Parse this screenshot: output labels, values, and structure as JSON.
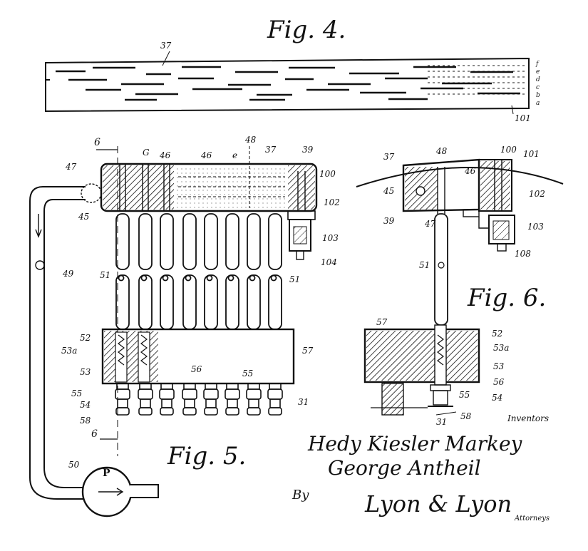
{
  "fig4": {
    "title": "Fig. 4.",
    "labels": {
      "roll": "37",
      "end": "101",
      "a": "a",
      "b": "b",
      "c": "c",
      "d": "d",
      "e": "e",
      "f": "f"
    }
  },
  "fig5": {
    "title": "Fig. 5.",
    "section_marks": {
      "top": "6",
      "bottom": "6"
    },
    "labels": {
      "l47": "47",
      "lG": "G",
      "l46a": "46",
      "l46b": "46",
      "le": "e",
      "l48": "48",
      "l37": "37",
      "l39": "39",
      "l100": "100",
      "l102": "102",
      "l45": "45",
      "l103": "103",
      "l104": "104",
      "l49": "49",
      "l51a": "51",
      "l51b": "51",
      "l52": "52",
      "l53a": "53a",
      "l53": "53",
      "l56": "56",
      "l55b": "55",
      "l57": "57",
      "l55": "55",
      "l54": "54",
      "l58": "58",
      "l31": "31",
      "l50": "50"
    },
    "pump_label": "P"
  },
  "fig6": {
    "title": "Fig. 6.",
    "labels": {
      "l37": "37",
      "l48": "48",
      "l46": "46",
      "l100": "100",
      "l101": "101",
      "l45": "45",
      "l102": "102",
      "l39": "39",
      "l47": "47",
      "l103": "103",
      "l108": "108",
      "l51": "51",
      "l57": "57",
      "l52": "52",
      "l53a": "53a",
      "l53": "53",
      "l56": "56",
      "l55": "55",
      "l54": "54",
      "l31": "31",
      "l58": "58"
    }
  },
  "signature": {
    "inventors_label": "Inventors",
    "name1": "Hedy Kiesler Markey",
    "name2": "George Antheil",
    "by": "By",
    "firm": "Lyon & Lyon",
    "attorneys_label": "Attorneys"
  },
  "colors": {
    "ink": "#111111",
    "paper": "#ffffff"
  }
}
